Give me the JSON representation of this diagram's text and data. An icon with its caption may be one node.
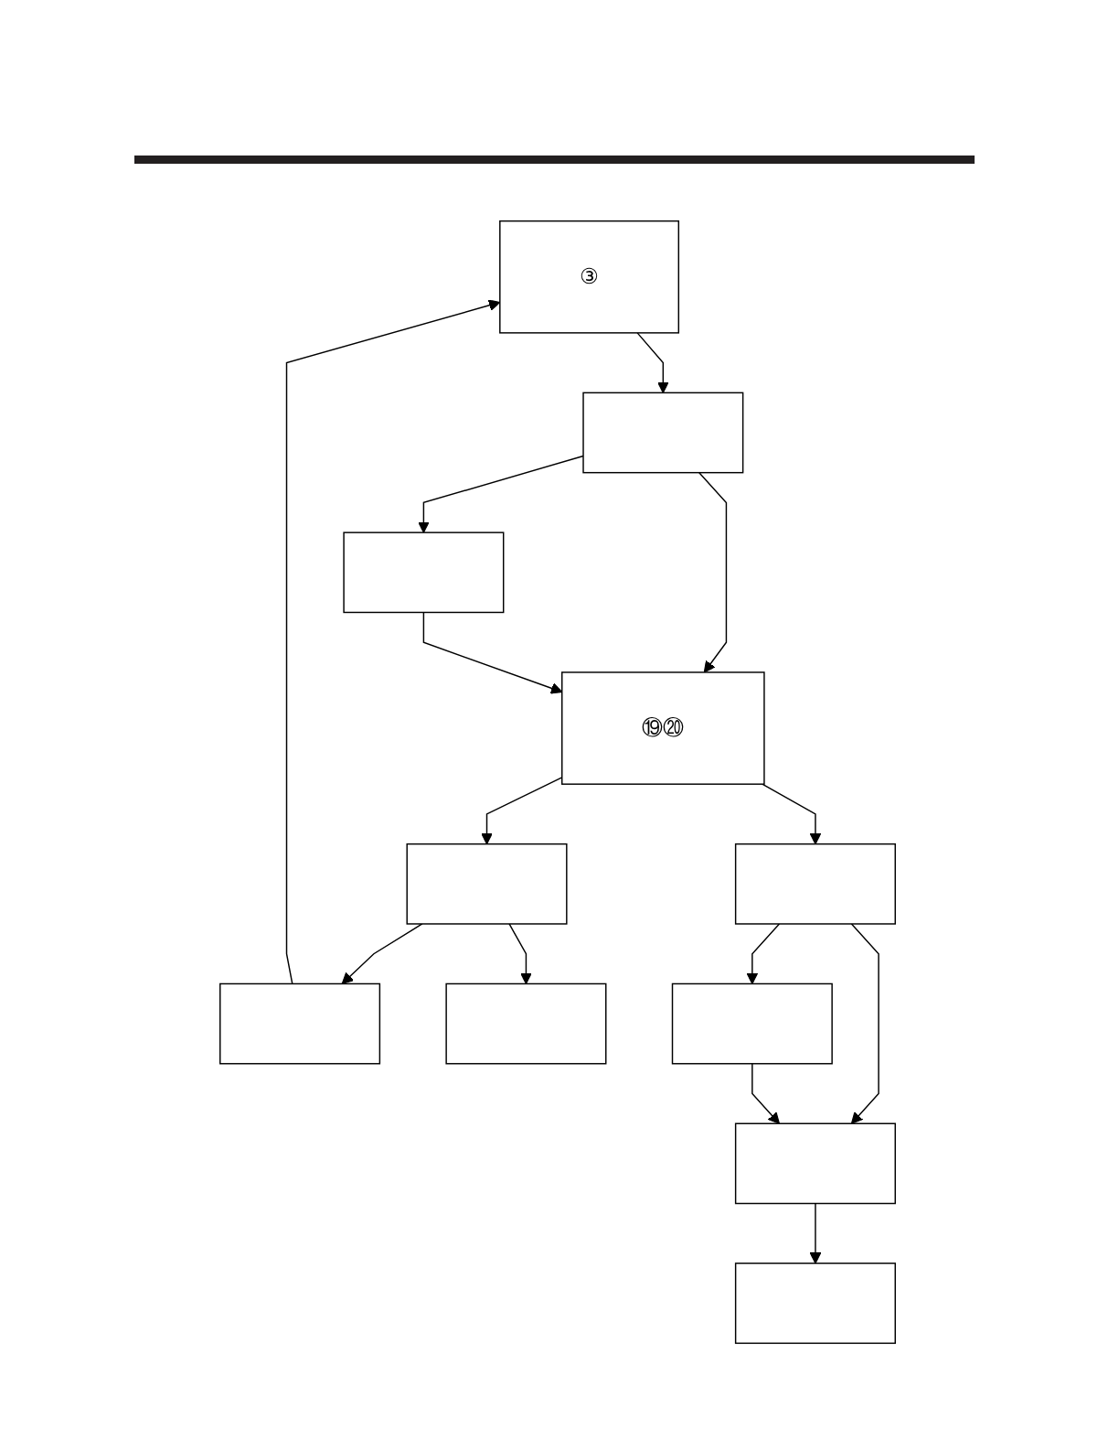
{
  "diagram": {
    "nodes": [
      {
        "text": [
          "③"
        ]
      },
      {
        "text": [],
        "shape": "box"
      },
      {
        "text": [
          "⑲⑳"
        ]
      },
      {
        "text": [],
        "shape": "box"
      },
      {
        "text": [],
        "shape": "box"
      },
      {
        "text": [],
        "shape": "box"
      },
      {
        "text": [],
        "shape": "box"
      },
      {
        "text": [],
        "shape": "box"
      },
      {
        "text": [],
        "shape": "box"
      },
      {
        "text": [],
        "shape": "box"
      },
      {
        "text": [],
        "shape": "box"
      }
    ],
    "edges": [
      {
        "from": 0,
        "to": 1,
        "arrow": "to"
      },
      {
        "from": 1,
        "to": 2,
        "arrow": "to"
      },
      {
        "from": 1,
        "to": 3,
        "arrow": "to"
      },
      {
        "from": 3,
        "to": 2,
        "arrow": "to"
      },
      {
        "from": 2,
        "to": 5,
        "arrow": "to"
      },
      {
        "from": 2,
        "to": 6,
        "arrow": "to"
      },
      {
        "from": 5,
        "to": 4,
        "arrow": "to"
      },
      {
        "from": 5,
        "to": 7,
        "arrow": "to"
      },
      {
        "from": 4,
        "to": 0,
        "arrow": "to"
      },
      {
        "from": 6,
        "to": 8,
        "arrow": "to"
      },
      {
        "from": 6,
        "to": 9,
        "arrow": "to"
      },
      {
        "from": 9,
        "to": 8,
        "arrow": "to"
      },
      {
        "from": 8,
        "to": 10,
        "arrow": "to"
      }
    ]
  }
}
